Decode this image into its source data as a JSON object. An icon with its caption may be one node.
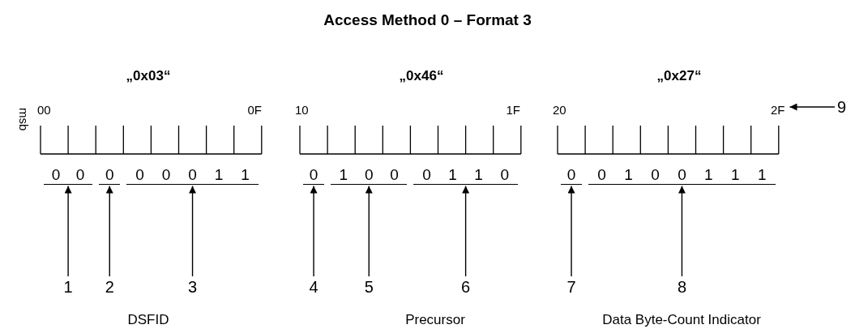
{
  "diagram": {
    "title": "Access Method 0 – Format 3",
    "nodes": [
      {
        "text": [
          "0",
          "0"
        ]
      },
      {
        "text": [
          "0"
        ]
      },
      {
        "text": [
          "0",
          "0",
          "0",
          "1",
          "1"
        ]
      },
      {
        "text": [
          "0"
        ]
      },
      {
        "text": [
          "1",
          "0",
          "0"
        ]
      },
      {
        "text": [
          "0",
          "1",
          "1",
          "0"
        ]
      },
      {
        "text": [
          "0"
        ]
      },
      {
        "text": [
          "0",
          "1",
          "0",
          "0",
          "1",
          "1",
          "1"
        ]
      },
      {
        "text": [
          "1"
        ]
      },
      {
        "text": [
          "2"
        ]
      },
      {
        "text": [
          "3"
        ]
      },
      {
        "text": [
          "4"
        ]
      },
      {
        "text": [
          "5"
        ]
      },
      {
        "text": [
          "6"
        ]
      },
      {
        "text": [
          "7"
        ]
      },
      {
        "text": [
          "8"
        ]
      },
      {
        "text": [
          "9"
        ]
      },
      {
        "text": [
          "2F"
        ]
      }
    ],
    "edges": [
      {
        "from": 8,
        "to": 0,
        "arrow": "to"
      },
      {
        "from": 9,
        "to": 1,
        "arrow": "to"
      },
      {
        "from": 10,
        "to": 2,
        "arrow": "to"
      },
      {
        "from": 11,
        "to": 3,
        "arrow": "to"
      },
      {
        "from": 12,
        "to": 4,
        "arrow": "to"
      },
      {
        "from": 13,
        "to": 5,
        "arrow": "to"
      },
      {
        "from": 14,
        "to": 6,
        "arrow": "to"
      },
      {
        "from": 15,
        "to": 7,
        "arrow": "to"
      },
      {
        "from": 16,
        "to": 17,
        "arrow": "to"
      }
    ],
    "labels": [
      "„0x03“",
      "„0x46“",
      "„0x27“",
      "msb",
      "00",
      "0F",
      "10",
      "1F",
      "20",
      "DSFID",
      "Precursor",
      "Data Byte-Count Indicator"
    ]
  }
}
